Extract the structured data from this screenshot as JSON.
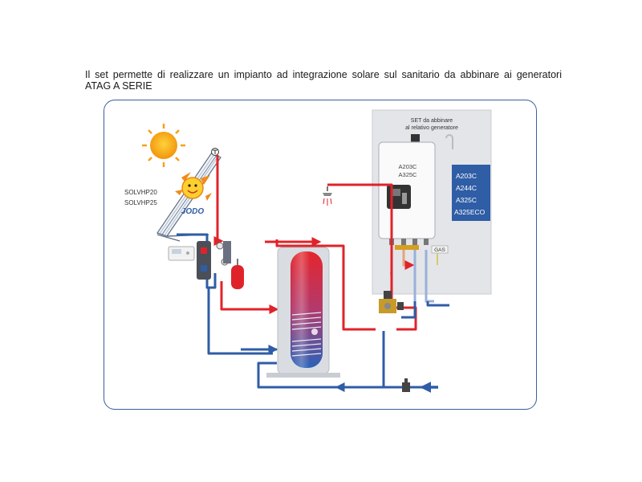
{
  "intro": {
    "line1": "Il set permette di realizzare un impianto ad integrazione solare sul sanitario da abbinare ai generatori",
    "line2": "ATAG A SERIE"
  },
  "collector_models": [
    "SOLVHP20",
    "SOLVHP25"
  ],
  "brand_logo": "JODO",
  "set_panel": {
    "title_line1": "SET da abbinare",
    "title_line2": "al relativo generatore",
    "boiler_label_line1": "A203C",
    "boiler_label_line2": "A325C",
    "models": [
      "A203C",
      "A244C",
      "A325C",
      "A325ECO"
    ],
    "gas_label": "GAS"
  },
  "colors": {
    "hot": "#e0232a",
    "cold": "#2f5da6",
    "frame": "#3a5f9c",
    "panel_bg": "#e3e5e9",
    "model_box": "#2f5da6"
  },
  "icons": [
    "sun-icon",
    "thermometer-icon",
    "shower-icon",
    "expansion-vessel-icon",
    "pump-group-icon",
    "controller-icon",
    "storage-tank-icon",
    "boiler-icon",
    "valve-icon",
    "arrow-icon"
  ]
}
